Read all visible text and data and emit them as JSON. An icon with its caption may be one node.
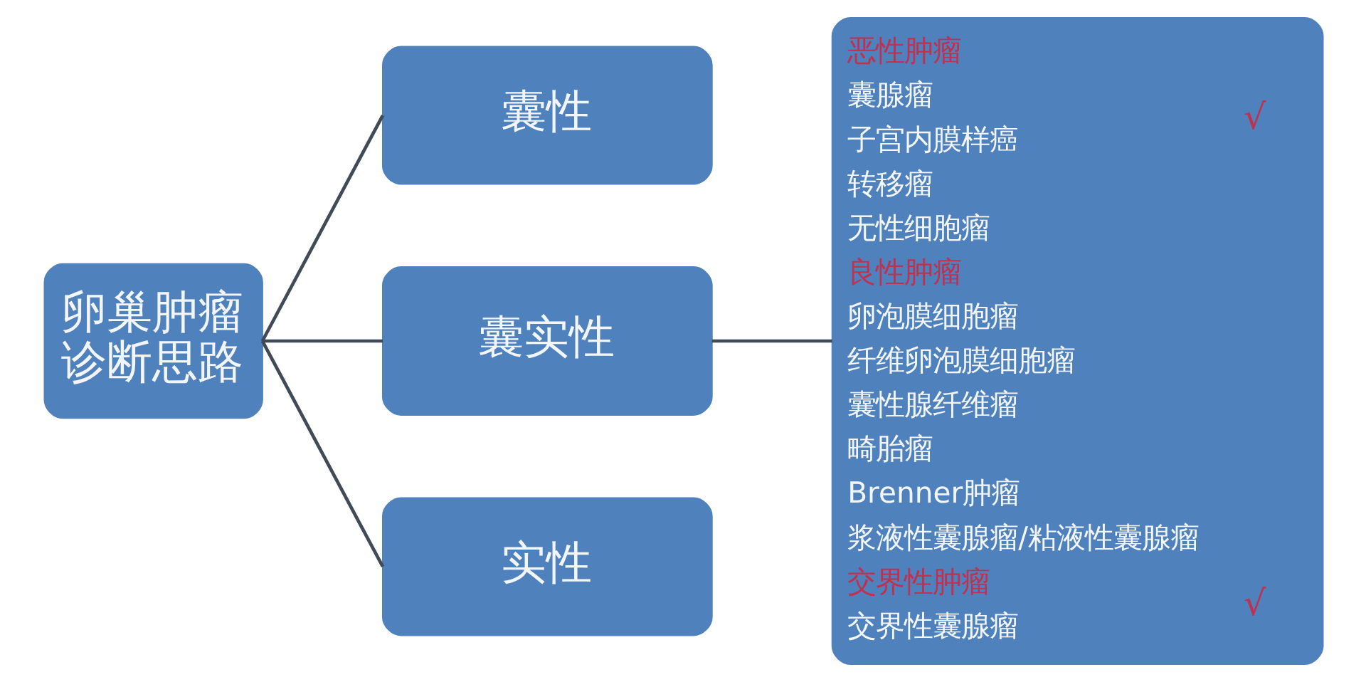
{
  "diagram": {
    "nodes": [
      {
        "text": [
          "卵巢肿瘤诊断思路"
        ]
      },
      {
        "text": [
          "囊性"
        ]
      },
      {
        "text": [
          "囊实性"
        ]
      },
      {
        "text": [
          "实性"
        ]
      },
      {
        "text": [
          "恶性肿瘤",
          "囊腺瘤",
          "√",
          "子宫内膜样癌",
          "转移瘤",
          "无性细胞瘤",
          "良性肿瘤",
          "卵泡膜细胞瘤",
          "纤维卵泡膜细胞瘤",
          "囊性腺纤维瘤",
          "畸胎瘤",
          "Brenner肿瘤",
          "浆液性囊腺瘤/粘液性囊腺瘤",
          "交界性肿瘤",
          "√",
          "交界性囊腺瘤"
        ]
      }
    ],
    "edges": [
      {
        "from": 0,
        "to": 1,
        "arrow": "none"
      },
      {
        "from": 0,
        "to": 2,
        "arrow": "none"
      },
      {
        "from": 0,
        "to": 3,
        "arrow": "none"
      },
      {
        "from": 2,
        "to": 4,
        "arrow": "none"
      }
    ]
  }
}
